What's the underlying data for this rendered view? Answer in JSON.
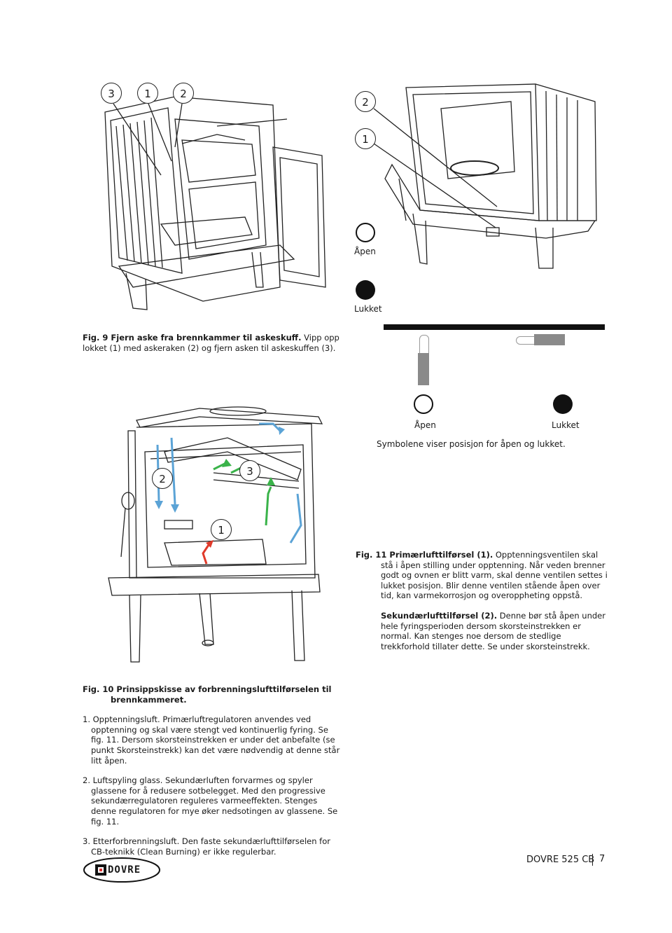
{
  "fig9": {
    "callouts": [
      "3",
      "1",
      "2"
    ],
    "caption_bold": "Fig. 9 Fjern aske fra brennkammer til askeskuff.",
    "caption_rest": " Vipp opp lokket (1) med askeraken (2) og fjern asken til askeskuffen (3)."
  },
  "fig11_images": {
    "callouts": [
      "2",
      "1"
    ],
    "open_label": "Åpen",
    "closed_label": "Lukket"
  },
  "symbols": {
    "open_label": "Åpen",
    "closed_label": "Lukket",
    "caption": "Symbolene viser posisjon for åpen og lukket."
  },
  "fig10_image": {
    "callouts": [
      "2",
      "3",
      "1"
    ],
    "colors": {
      "blue_arrows": "#5ba3d6",
      "green_arrows": "#3ab34a",
      "red_arrow": "#e03a2a"
    }
  },
  "fig11": {
    "title_bold": "Fig. 11 Primærlufttilførsel (1).",
    "title_rest": " Opptenningsventilen skal stå i åpen stilling under opptenning. Når veden brenner godt og ovnen er blitt varm, skal denne ventilen settes i lukket posisjon. Blir denne ventilen stående åpen over tid, kan varmekorrosjon og overoppheting oppstå.",
    "secondary_bold": "Sekundærlufttilførsel (2).",
    "secondary_rest": " Denne bør stå åpen under hele fyringsperioden dersom skorsteinstrekken er normal. Kan stenges noe dersom de stedlige trekkforhold tillater dette. Se under skorsteinstrekk."
  },
  "fig10": {
    "caption_bold": "Fig. 10  Prinsippskisse av forbrenningslufttilførselen til brennkammeret.",
    "items": [
      "1. Opptenningsluft. Primærluftregulatoren anvendes ved opptenning og skal være stengt ved kontinuerlig fyring. Se fig. 11. Dersom skorsteinstrekken er under det anbefalte (se punkt Skorsteinstrekk) kan det være nødvendig at denne står litt åpen.",
      "2. Luftspyling glass. Sekundærluften forvarmes og spyler glassene for å redusere sotbelegget. Med den progressive sekundærregulatoren reguleres varmeeffekten. Stenges denne regulatoren for mye øker nedsotingen av glassene. Se fig. 11.",
      "3. Etterforbrenningsluft. Den faste sekundærlufttilførselen for CB-teknikk (Clean Burning) er ikke regulerbar."
    ]
  },
  "footer": {
    "logo_text": "DOVRE",
    "product": "DOVRE 525 CB",
    "page_number": "7"
  }
}
